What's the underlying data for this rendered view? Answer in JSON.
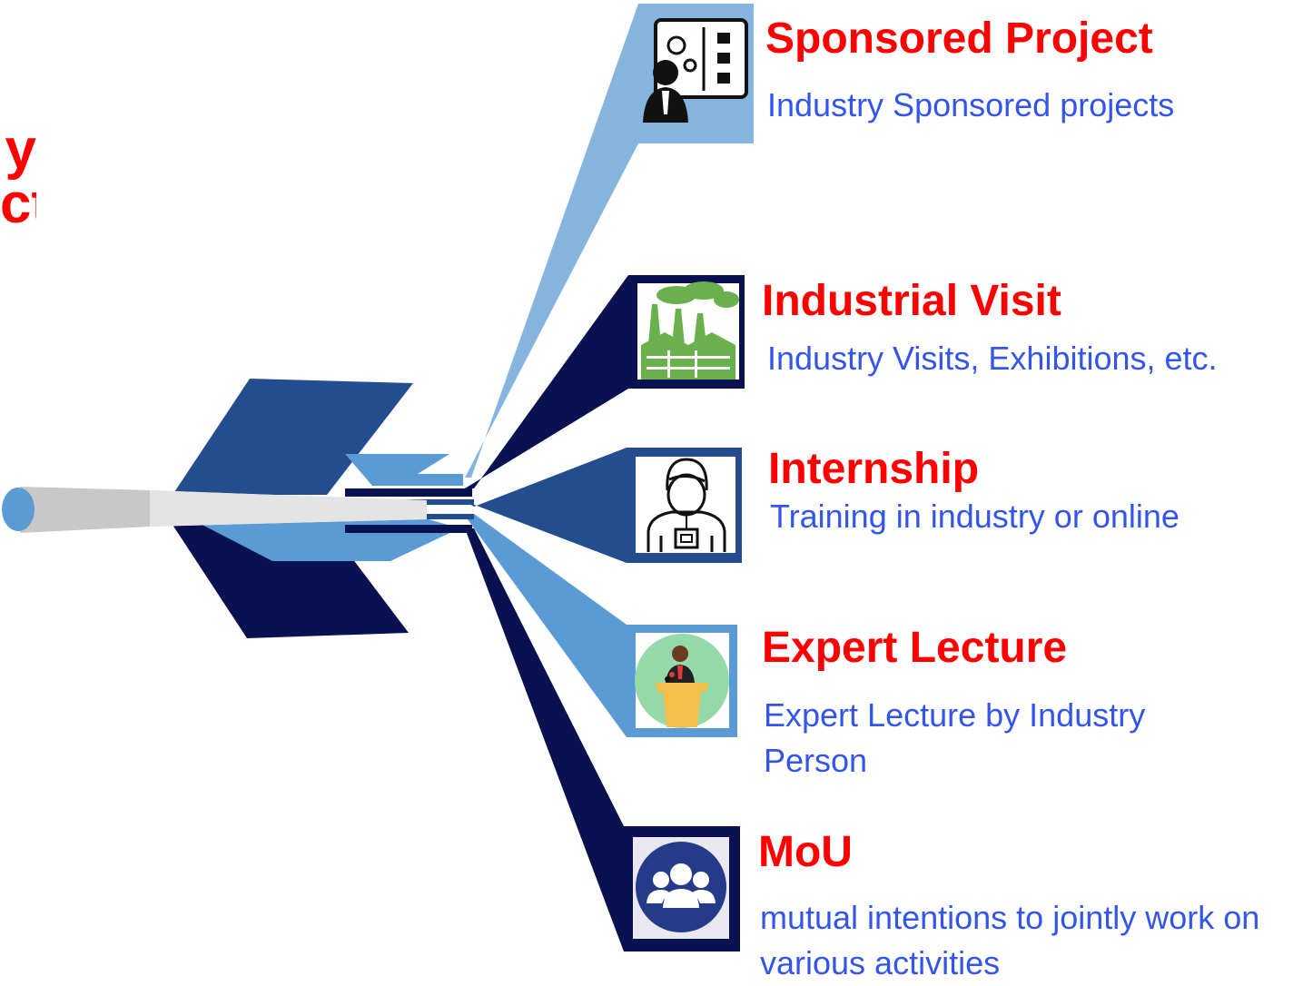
{
  "partial_title": {
    "line1": "y",
    "line2": "ct"
  },
  "colors": {
    "light_blue": "#85b4df",
    "mid_blue": "#5b9bd5",
    "dark_navy": "#0a1150",
    "royal_blue": "#234d8f",
    "grey_body": "#c8c8c8",
    "title_red": "#ff0000",
    "desc_blue": "#3355ee"
  },
  "items": [
    {
      "id": "sponsored",
      "title": "Sponsored Project",
      "desc": "Industry Sponsored projects",
      "icon": "presentation-gears-icon",
      "branch_color": "light_blue"
    },
    {
      "id": "visit",
      "title": "Industrial Visit",
      "desc": "Industry Visits, Exhibitions, etc.",
      "icon": "factory-icon",
      "branch_color": "dark_navy"
    },
    {
      "id": "internship",
      "title": "Internship",
      "desc": "Training in industry or online",
      "icon": "person-badge-icon",
      "branch_color": "royal_blue"
    },
    {
      "id": "lecture",
      "title": "Expert Lecture",
      "desc": "Expert Lecture by Industry Person",
      "icon": "speaker-podium-icon",
      "branch_color": "mid_blue"
    },
    {
      "id": "mou",
      "title": "MoU",
      "desc": "mutual intentions to jointly work on various activities",
      "icon": "group-people-icon",
      "branch_color": "dark_navy"
    }
  ]
}
